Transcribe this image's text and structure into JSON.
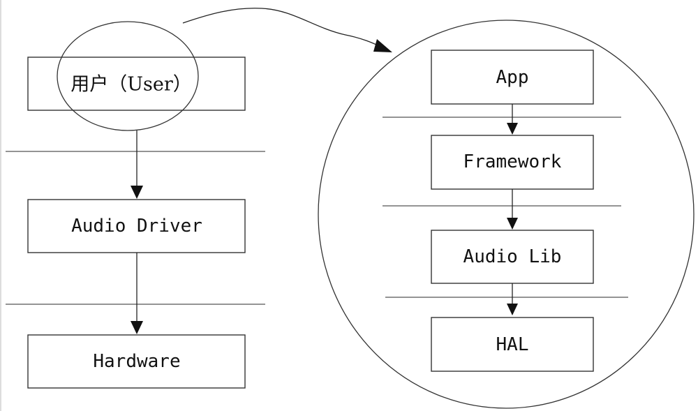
{
  "left_stack": {
    "user_label": "用户（User）",
    "driver_label": "Audio Driver",
    "hardware_label": "Hardware"
  },
  "zoom_stack": {
    "app_label": "App",
    "framework_label": "Framework",
    "audiolib_label": "Audio Lib",
    "hal_label": "HAL"
  }
}
